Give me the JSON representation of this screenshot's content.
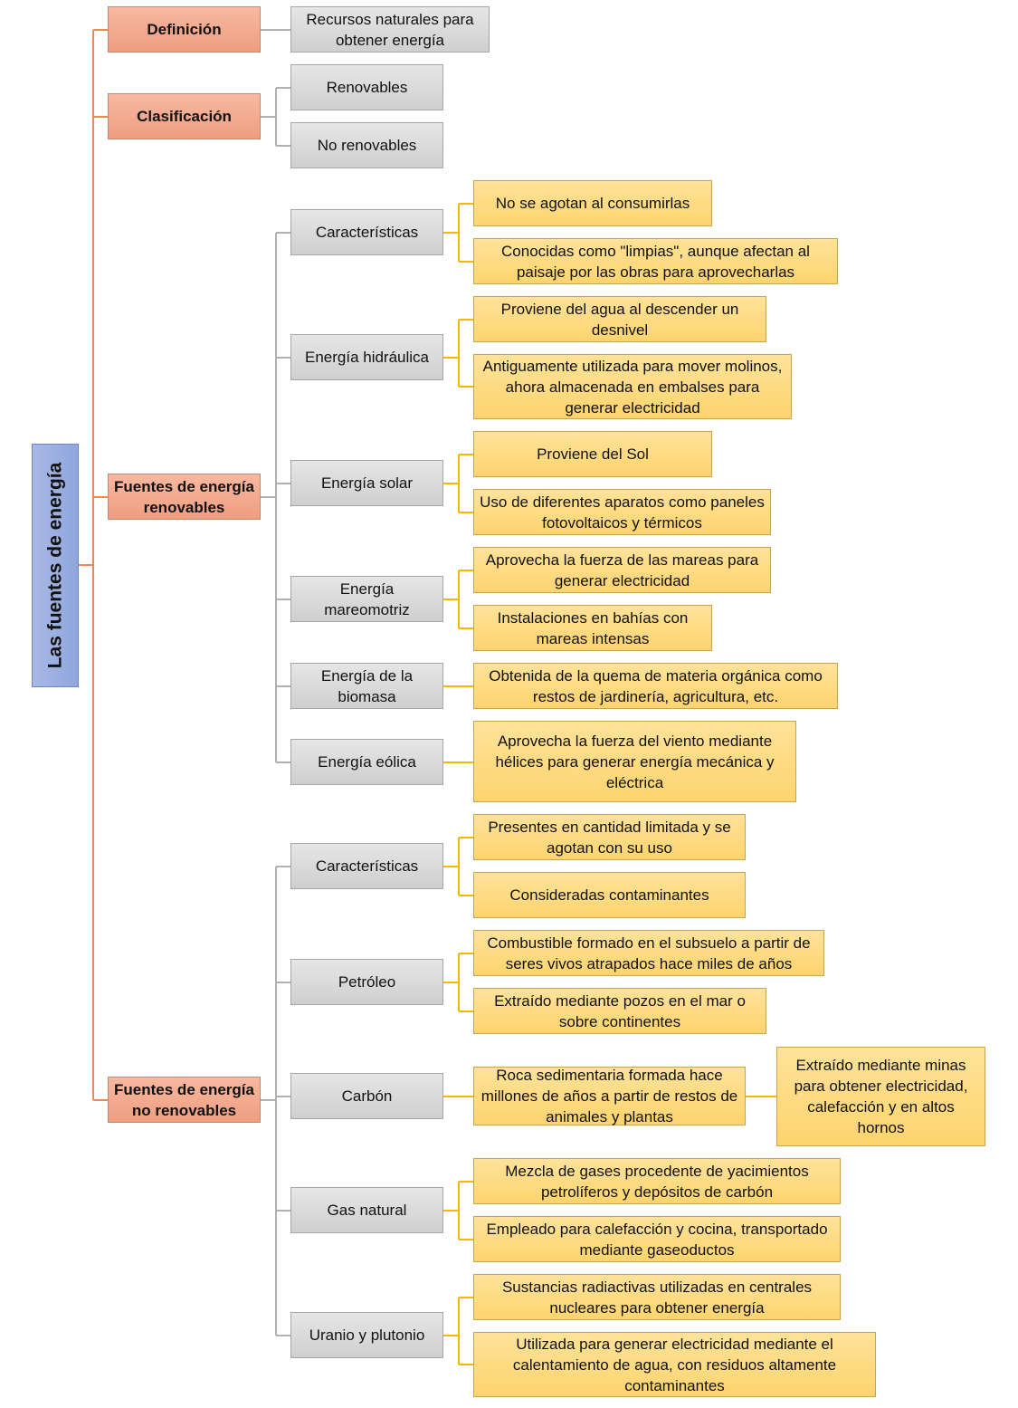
{
  "colors": {
    "root_fill": "#9fb2e3",
    "category_fill": "#f4ab8f",
    "subcategory_fill": "#d9d9d9",
    "detail_fill": "#fed87f",
    "line_orange": "#ee8a4e",
    "line_gray": "#b0b0b0",
    "line_gold": "#f3b700"
  },
  "root": {
    "label": "Las fuentes de energía"
  },
  "definicion": {
    "label": "Definición",
    "value": "Recursos naturales para obtener energía"
  },
  "clasificacion": {
    "label": "Clasificación",
    "items": [
      "Renovables",
      "No renovables"
    ]
  },
  "renovables": {
    "label": "Fuentes de energía renovables",
    "children": [
      {
        "label": "Características",
        "details": [
          "No se agotan al consumirlas",
          "Conocidas como \"limpias\", aunque afectan al paisaje por las obras para aprovecharlas"
        ]
      },
      {
        "label": "Energía hidráulica",
        "details": [
          "Proviene del agua al descender un desnivel",
          "Antiguamente utilizada para mover molinos, ahora almacenada en embalses para generar electricidad"
        ]
      },
      {
        "label": "Energía solar",
        "details": [
          "Proviene del Sol",
          "Uso de diferentes aparatos como paneles fotovoltaicos y térmicos"
        ]
      },
      {
        "label": "Energía mareomotriz",
        "details": [
          "Aprovecha la fuerza de las mareas para generar electricidad",
          "Instalaciones en bahías con mareas intensas"
        ]
      },
      {
        "label": "Energía de la biomasa",
        "details": [
          "Obtenida de la quema de materia orgánica como restos de jardinería, agricultura, etc."
        ]
      },
      {
        "label": "Energía eólica",
        "details": [
          "Aprovecha la fuerza del viento mediante hélices para generar energía mecánica y eléctrica"
        ]
      }
    ]
  },
  "no_renovables": {
    "label": "Fuentes de energía no renovables",
    "children": [
      {
        "label": "Características",
        "details": [
          "Presentes en cantidad limitada y se agotan con su uso",
          "Consideradas contaminantes"
        ]
      },
      {
        "label": "Petróleo",
        "details": [
          "Combustible formado en el subsuelo a partir de seres vivos atrapados hace miles de años",
          "Extraído mediante pozos en el mar o sobre continentes"
        ]
      },
      {
        "label": "Carbón",
        "details": [
          "Roca sedimentaria formada hace millones de años a partir de restos de animales y plantas"
        ],
        "extra": "Extraído mediante minas para obtener electricidad, calefacción y en altos hornos"
      },
      {
        "label": "Gas natural",
        "details": [
          "Mezcla de gases procedente de yacimientos petrolíferos y depósitos de carbón",
          "Empleado para calefacción y cocina, transportado mediante gaseoductos"
        ]
      },
      {
        "label": "Uranio y plutonio",
        "details": [
          "Sustancias radiactivas utilizadas en centrales nucleares para obtener energía",
          "Utilizada para generar electricidad mediante el calentamiento de agua, con residuos altamente contaminantes"
        ]
      }
    ]
  }
}
